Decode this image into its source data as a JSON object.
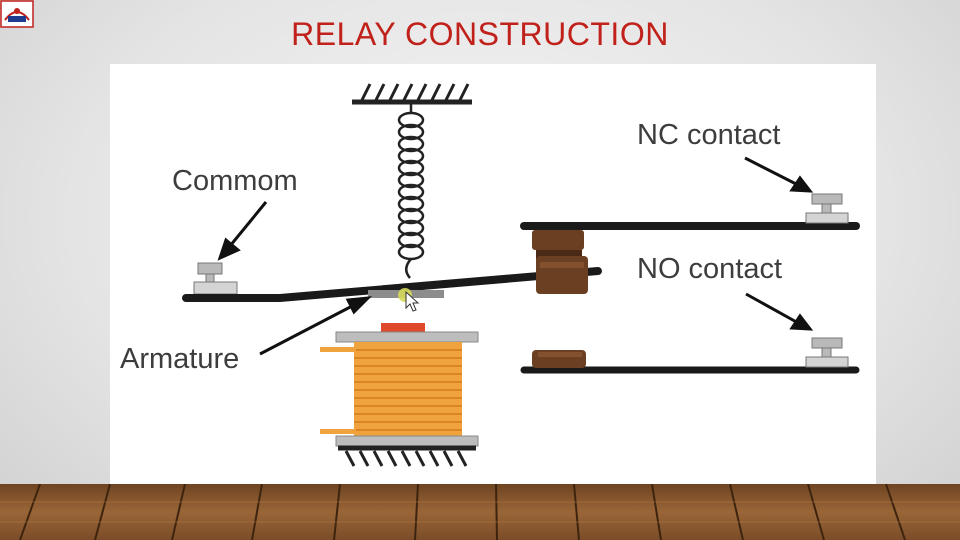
{
  "slide": {
    "title": "RELAY CONSTRUCTION"
  },
  "diagram": {
    "labels": {
      "common": "Commom",
      "nc_contact": "NC contact",
      "no_contact": "NO contact",
      "armature": "Armature"
    }
  },
  "colors": {
    "title": "#c0211a",
    "coil": "#f0a33c",
    "contact_pad": "#6b3f22",
    "core_cap": "#e0482c",
    "pointer": "#c8c83a",
    "wood": "#8b5a30"
  },
  "icons": {
    "logo": "logo-icon",
    "cursor": "mouse-cursor-icon"
  }
}
